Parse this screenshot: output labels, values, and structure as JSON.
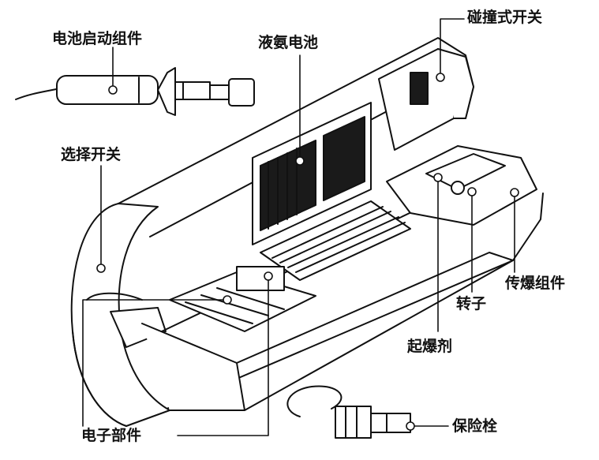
{
  "diagram": {
    "labels": {
      "battery_starter": "电池启动组件",
      "liquid_ammonia_battery": "液氨电池",
      "impact_switch": "碰撞式开关",
      "selector_switch": "选择开关",
      "booster_assembly": "传爆组件",
      "rotor": "转子",
      "detonator": "起爆剂",
      "electronic_parts": "电子部件",
      "safety_pin": "保险栓"
    },
    "colors": {
      "line": "#111111",
      "fill": "#ffffff",
      "dark": "#1a1a1a"
    }
  }
}
